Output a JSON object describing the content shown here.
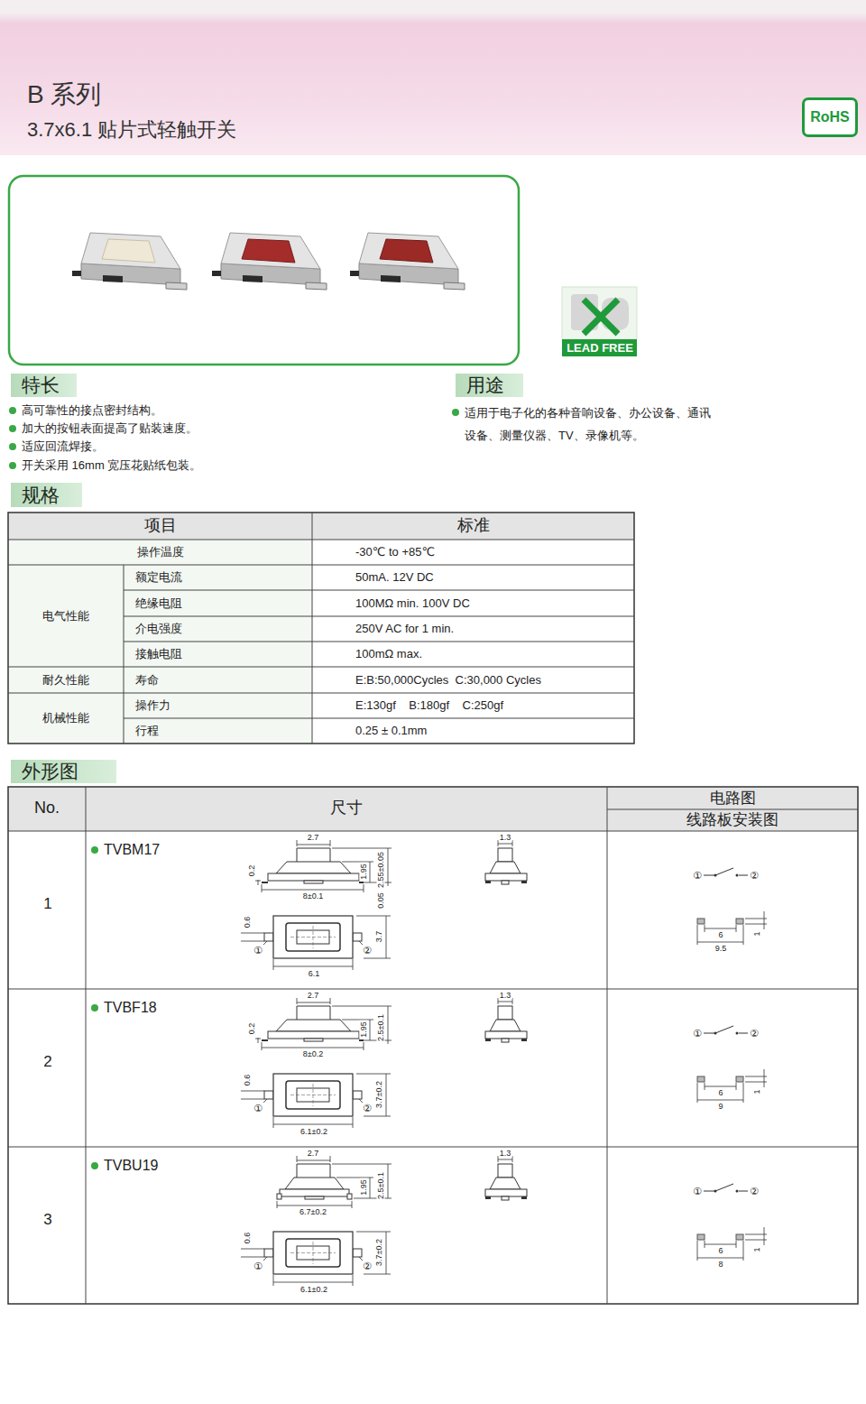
{
  "diagram": {
    "title": "B 系列",
    "nodes": [
      {
        "text": [
          "RoHS"
        ]
      },
      {
        "text": [
          "特长"
        ]
      },
      {
        "text": [
          "用途"
        ]
      },
      {
        "text": [
          "规格"
        ]
      },
      {
        "text": [
          "外形图"
        ]
      }
    ],
    "labels": [
      "3.7x6.1 贴片式轻触开关",
      "LEAD FREE",
      "高可靠性的接点密封结构。",
      "加大的按钮表面提高了贴装速度。",
      "适应回流焊接。",
      "开关采用 16mm 宽压花贴纸包装。",
      "适用于电子化的各种音响设备、办公设备、通讯 设备、测量仪器、TV、录像机等。",
      "项目",
      "标准",
      "操作温度",
      "-30℃ to +85℃",
      "电气性能",
      "额定电流",
      "50mA. 12V DC",
      "绝缘电阻",
      "100MΩ min. 100V DC",
      "介电强度",
      "250V AC for 1 min.",
      "接触电阻",
      "100mΩ max.",
      "耐久性能",
      "寿命",
      "E:B:50,000Cycles  C:30,000 Cycles",
      "机械性能",
      "操作力",
      "E:130gf    B:180gf    C:250gf",
      "行程",
      "0.25 ± 0.1mm",
      "No.",
      "尺寸",
      "电路图",
      "线路板安装图",
      "1",
      "TVBM17",
      "2.7",
      "0.2",
      "1.95",
      "2.55±0.05",
      "8±0.1",
      "0.05",
      "1.3",
      "0.6",
      "①",
      "②",
      "3.7",
      "6.1",
      "①",
      "②",
      "6",
      "9.5",
      "1",
      "2",
      "TVBF18",
      "2.7",
      "0.2",
      "1.95",
      "2.5±0.1",
      "8±0.2",
      "1.3",
      "0.6",
      "①",
      "②",
      "3.7±0.2",
      "6.1±0.2",
      "①",
      "②",
      "6",
      "9",
      "1",
      "3",
      "TVBU19",
      "2.7",
      "1.95",
      "2.5±0.1",
      "6.7±0.2",
      "1.3",
      "0.6",
      "①",
      "②",
      "3.7±0.2",
      "6.1±0.2",
      "①",
      "②",
      "6",
      "8",
      "1"
    ]
  }
}
